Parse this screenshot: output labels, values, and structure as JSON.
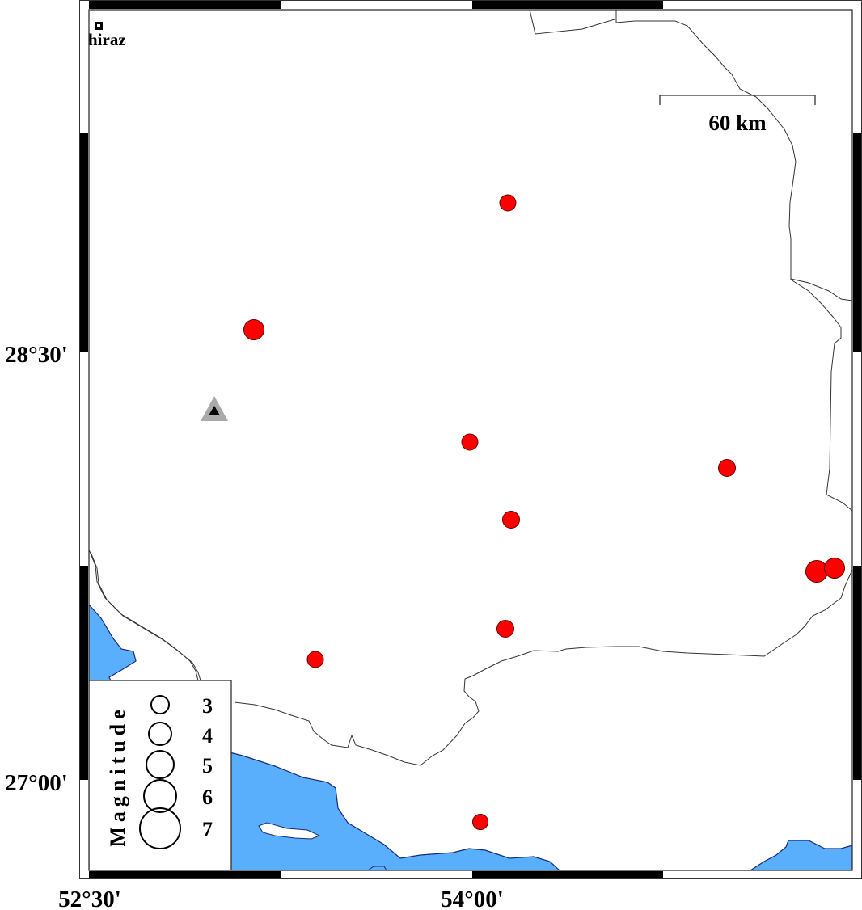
{
  "map": {
    "place_label": "hiraz",
    "scale_bar_label": "60 km",
    "lat_labels": [
      "28°30'",
      "27°00'"
    ],
    "lon_labels": [
      "52°30'",
      "54°00'"
    ],
    "colors": {
      "water": "#5aaffc",
      "coast": "#1a2a7a",
      "event": "#ff0000",
      "station": "#aaaaaa"
    }
  },
  "events": [
    {
      "mag": 4.3
    },
    {
      "mag": 4.9
    },
    {
      "mag": 4.3
    },
    {
      "mag": 4.3
    },
    {
      "mag": 4.3
    },
    {
      "mag": 5.3
    },
    {
      "mag": 5.0
    },
    {
      "mag": 4.3
    },
    {
      "mag": 4.3
    },
    {
      "mag": 4.0
    }
  ],
  "legend": {
    "title": "Magnitude",
    "entries": [
      "3",
      "4",
      "5",
      "6",
      "7"
    ]
  }
}
